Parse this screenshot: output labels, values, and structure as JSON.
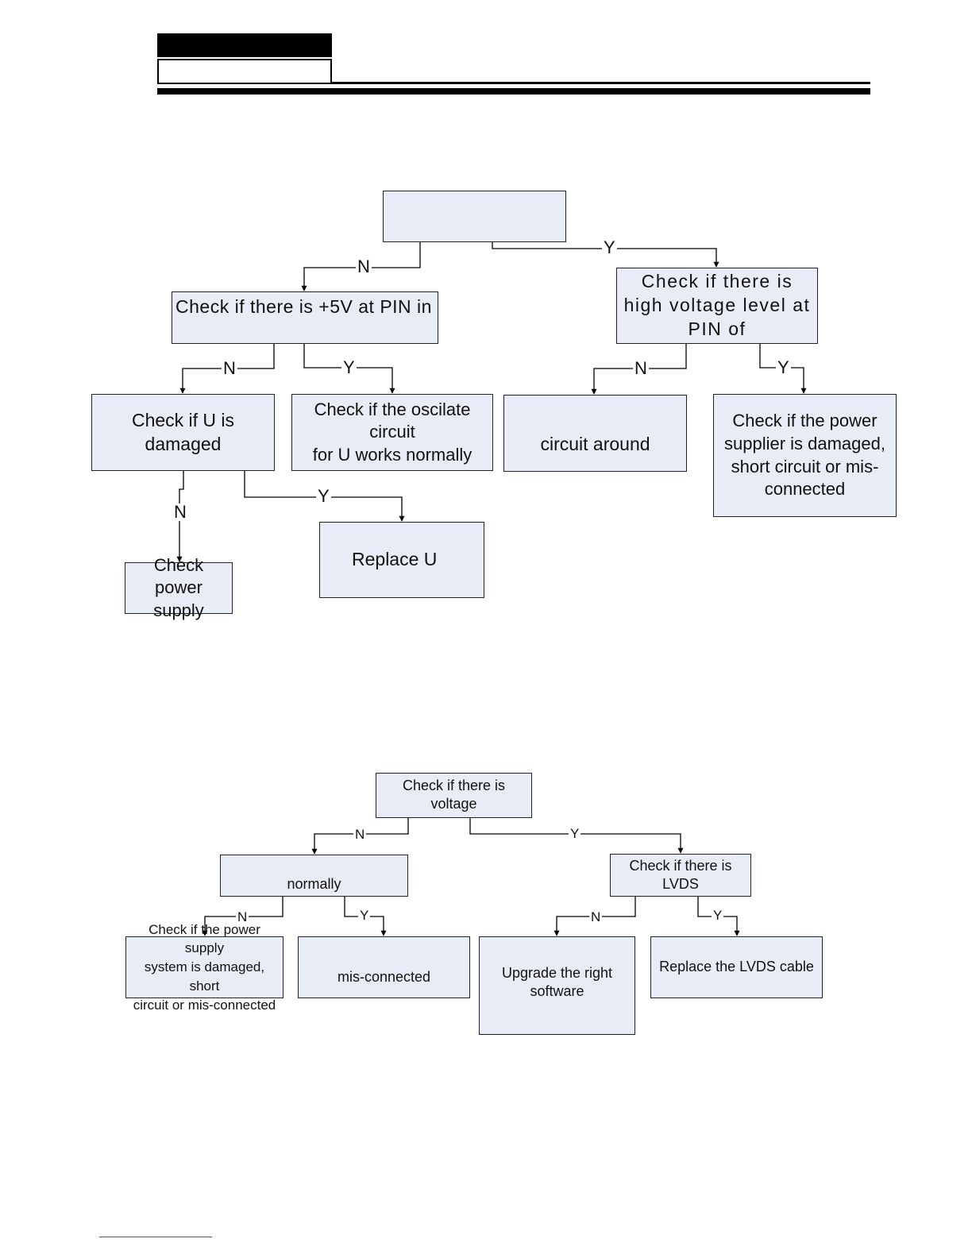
{
  "boxes": {
    "f1_root": "",
    "f1_check_5v": "Check if there is +5V at PIN    in",
    "f1_check_high_voltage": "Check if there is high voltage level at PIN    of",
    "f1_check_u_damaged": "Check if U       is\ndamaged",
    "f1_check_oscillate": "Check if the oscilate circuit\nfor U       works normally",
    "f1_circuit_around": "circuit around",
    "f1_check_power_supplier": "Check if the power\nsupplier is damaged,\nshort circuit or mis-\nconnected",
    "f1_check_power_supply": "Check power\nsupply",
    "f1_replace_u": "Replace U",
    "f2_check_voltage": "Check if there is voltage",
    "f2_normally": "normally",
    "f2_check_lvds": "Check if there is LVDS",
    "f2_check_power_system": "Check if the power supply\nsystem is damaged, short\ncircuit or mis-connected",
    "f2_mis_connected": "mis-connected",
    "f2_upgrade_software": "Upgrade the right\nsoftware",
    "f2_replace_lvds": "Replace the  LVDS cable"
  },
  "labels": {
    "yes": "Y",
    "no": "N"
  }
}
